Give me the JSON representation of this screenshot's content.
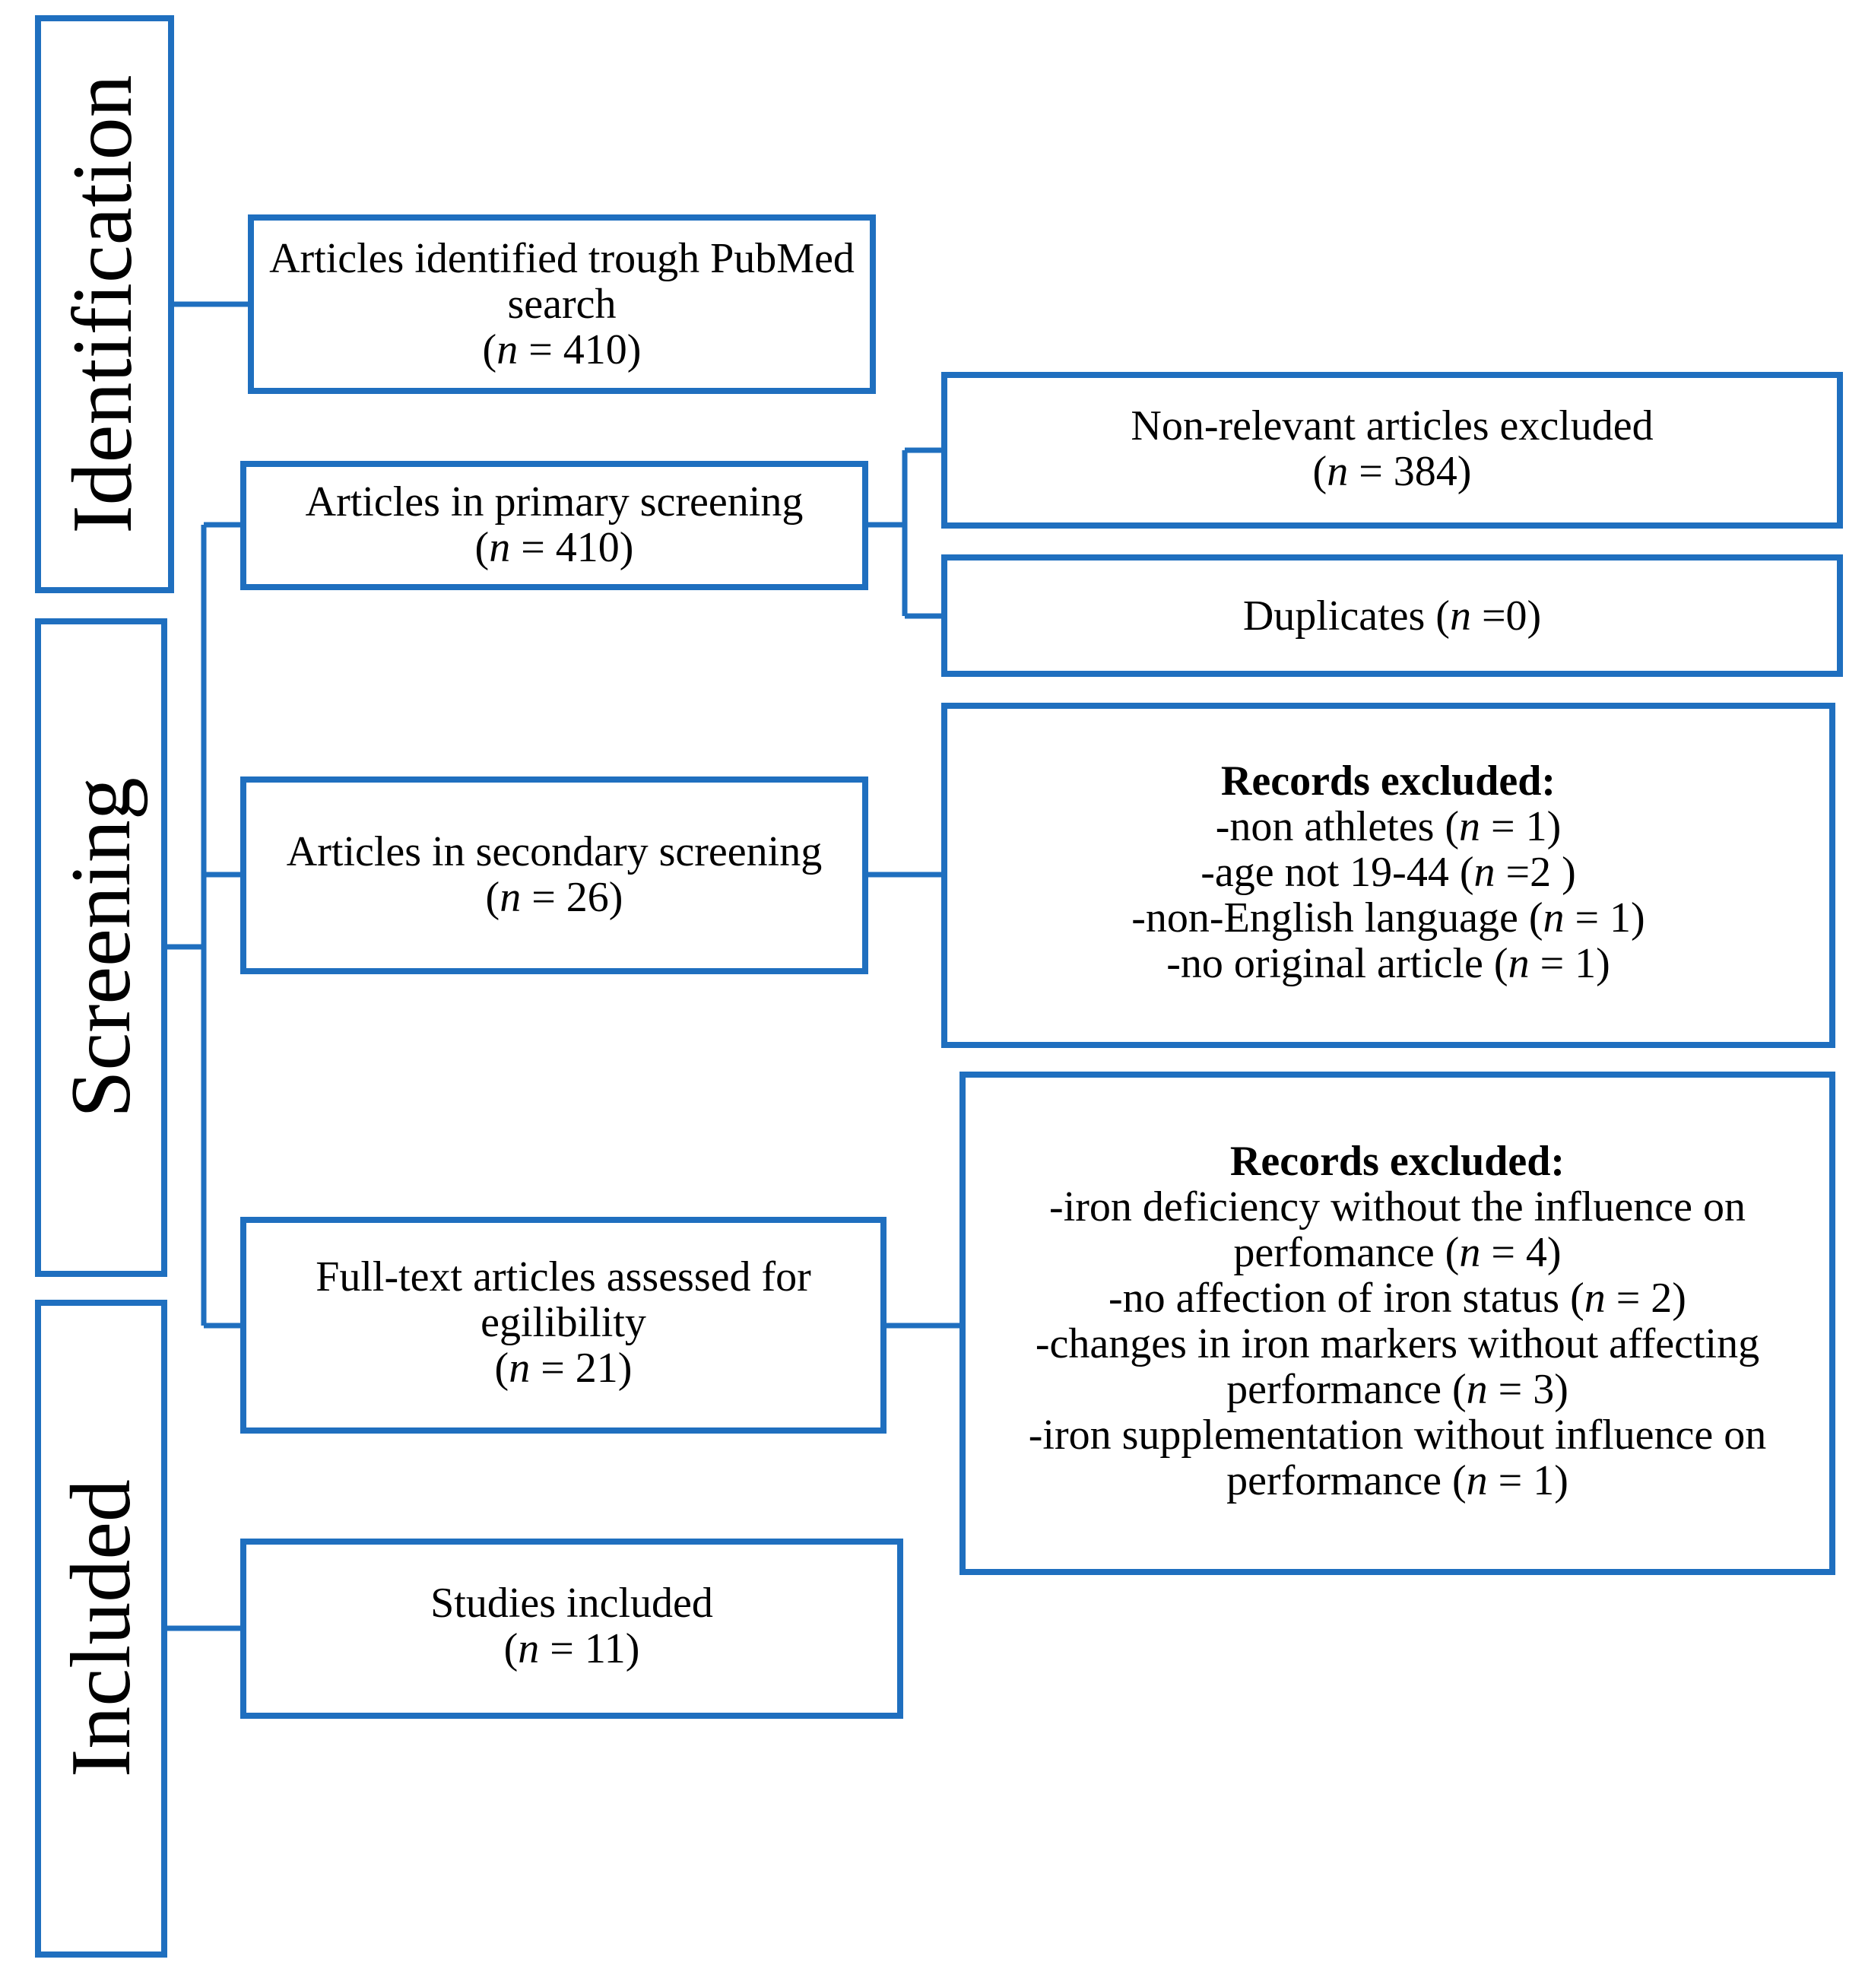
{
  "colors": {
    "box_border": "#1f6fbf",
    "connector": "#1f6fbf",
    "text": "#000000",
    "background": "#ffffff"
  },
  "stages": {
    "identification": "Identification",
    "screening": "Screening",
    "included": "Included"
  },
  "boxes": {
    "pubmed": {
      "line1": "Articles identified trough PubMed",
      "line2": "search",
      "count": "(n = 410)"
    },
    "primary": {
      "line1": "Articles in primary screening",
      "count": "(n = 410)"
    },
    "nonrelevant": {
      "line1": "Non-relevant articles excluded",
      "count": "(n = 384)"
    },
    "duplicates": {
      "line1": "Duplicates (n =0)"
    },
    "secondary": {
      "line1": "Articles in secondary screening",
      "count": "(n = 26)"
    },
    "excluded1": {
      "heading": "Records excluded:",
      "items": [
        "-non athletes (n = 1)",
        "-age not 19-44 (n =2 )",
        "-non-English language (n = 1)",
        "-no original article (n = 1)"
      ]
    },
    "fulltext": {
      "line1": "Full-text articles assessed for",
      "line2": "egilibility",
      "count": "(n = 21)"
    },
    "excluded2": {
      "heading": "Records excluded:",
      "items": [
        "-iron deficiency without the influence on",
        "perfomance (n = 4)",
        "-no affection of iron status (n = 2)",
        "-changes in iron markers without affecting",
        "performance (n = 3)",
        "-iron supplementation without influence on",
        "performance (n = 1)"
      ]
    },
    "included": {
      "line1": "Studies included",
      "count": "(n = 11)"
    }
  }
}
